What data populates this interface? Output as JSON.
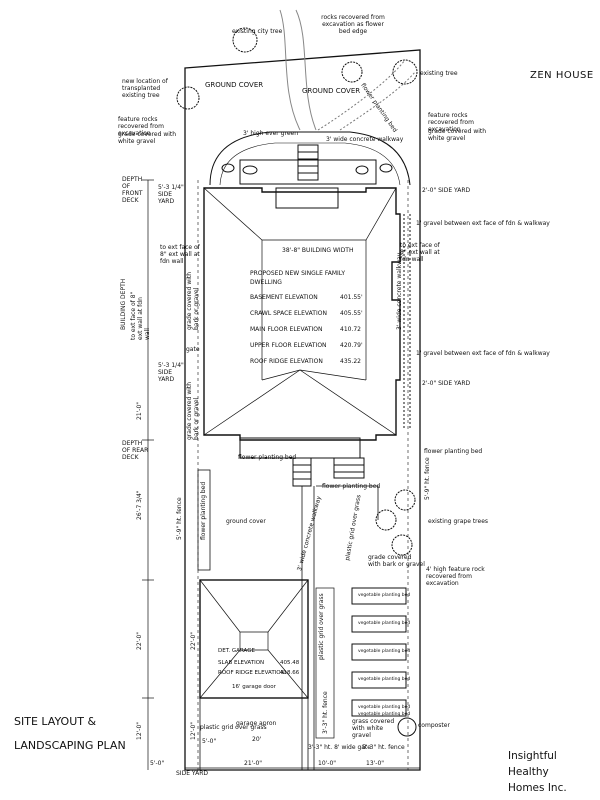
{
  "header": {
    "title": "ZEN HOUSE"
  },
  "footer": {
    "plan_title_line1": "SITE LAYOUT &",
    "plan_title_line2": "LANDSCAPING PLAN",
    "company_line1": "Insightful Healthy",
    "company_line2": "Homes Inc."
  },
  "labels": {
    "existing_city_tree": "existing city tree",
    "rocks_recovered": "rocks recovered from excavation as flower bed edge",
    "existing_tree": "existing tree",
    "new_location_tree": "new location of transplanted existing tree",
    "ground_cover_1": "GROUND COVER",
    "ground_cover_2": "GROUND COVER",
    "flower_planting_bed_top": "flower planting bed",
    "feature_rocks_left": "feature rocks recovered from excavation",
    "grade_white_gravel_left": "grade covered with white gravel",
    "feature_rocks_right": "feature rocks recovered from excavation",
    "grade_white_gravel_right": "grade covered with white gravel",
    "high_evergreen": "3' high ever green",
    "wide_walkway_top": "3' wide concrete walkway",
    "depth_front_deck": "DEPTH OF FRONT DECK",
    "side_yard_53_top": "5'-3 1/4\" SIDE YARD",
    "side_yard_20_top": "2'-0\" SIDE YARD",
    "gravel_between_1": "1' gravel between ext face of fdn & walkway",
    "building_width": "38'-8\" BUILDING WIDTH",
    "ext_face_left": "to ext face of 8\" ext wall at fdn wall",
    "ext_face_right": "to ext face of 8\" ext wall at fdn wall",
    "building_depth": "BUILDING DEPTH",
    "building_depth_note": "to ext face of 8\" ext wall at fdn wall",
    "grade_bark_gravel_left": "grade covered with bark or gravel",
    "wide_walkway_right": "3' wide concrete walkway",
    "gravel_between_2": "1' gravel between ext face of fdn & walkway",
    "gate_left": "gate",
    "side_yard_53_mid": "5'-3 1/4\" SIDE YARD",
    "side_yard_20_mid": "2'-0\" SIDE YARD",
    "grade_bark_gravel_left2": "grade covered with bark or gravel",
    "depth_rear_deck": "DEPTH OF REAR DECK",
    "flower_planting_bed_right": "flower planting bed",
    "flower_planting_bed_deck_left": "flower planting bed",
    "flower_planting_bed_deck_right": "flower planting bed",
    "fence_right": "5'-9\" ht. fence",
    "fence_left": "5'-9\" ht. fence",
    "flower_planting_bed_left": "flower planting bed",
    "ground_cover_3": "ground cover",
    "wide_walkway_yard": "3' wide concrete walkway",
    "plastic_grid": "plastic grid over grass",
    "existing_grape_trees": "existing grape trees",
    "grade_bark_gravel_right": "grade covered with bark or gravel",
    "feature_rock_4ft": "4' high feature rock recovered from excavation",
    "plastic_grid_2": "plastic grid over grass",
    "dim_26": "26'-7 3/4\"",
    "dim_22_left": "22'-0\"",
    "dim_22_right": "22'-0\"",
    "dim_12_left": "12'-0\"",
    "dim_12_right": "12'-0\"",
    "dim_21_front": "21'-0\"",
    "dim_5_1": "5'-0\"",
    "dim_5_2": "5'-0\"",
    "plastic_grid_3": "plastic grid over grass",
    "garage_apron": "garage apron",
    "dim_20": "20'",
    "grass_covered": "grass covered with white gravel",
    "composter": "composter",
    "fence_5_3": "5'-3\" ht. fence",
    "fence_3_3": "3'-3\" ht. 8' wide gate",
    "fence_3_3_b": "3'-3\" ht. fence",
    "garage_door": "16' garage door",
    "side_yard_bottom": "SIDE YARD",
    "dim_21_b": "21'-0\"",
    "dim_10_b": "10'-0\"",
    "dim_13_b": "13'-0\""
  },
  "dwelling": {
    "title_line1": "PROPOSED NEW SINGLE FAMILY",
    "title_line2": "DWELLING",
    "elevations": [
      {
        "label": "BASEMENT ELEVATION",
        "value": "401.55'"
      },
      {
        "label": "CRAWL SPACE ELEVATION",
        "value": "405.55'"
      },
      {
        "label": "MAIN FLOOR ELEVATION",
        "value": "410.72"
      },
      {
        "label": "UPPER FLOOR ELEVATION",
        "value": "420.79'"
      },
      {
        "label": "ROOF RIDGE ELEVATION",
        "value": "435.22"
      }
    ]
  },
  "garage": {
    "title": "DET. GARAGE",
    "elevations": [
      {
        "label": "SLAB ELEVATION",
        "value": "405.48"
      },
      {
        "label": "ROOF RIDGE ELEVATION",
        "value": "418.66"
      }
    ]
  },
  "vegetable_beds": [
    "vegetable planting bed",
    "vegetable planting bed",
    "vegetable planting bed",
    "vegetable planting bed",
    "vegetable planting bed",
    "vegetable planting bed"
  ]
}
